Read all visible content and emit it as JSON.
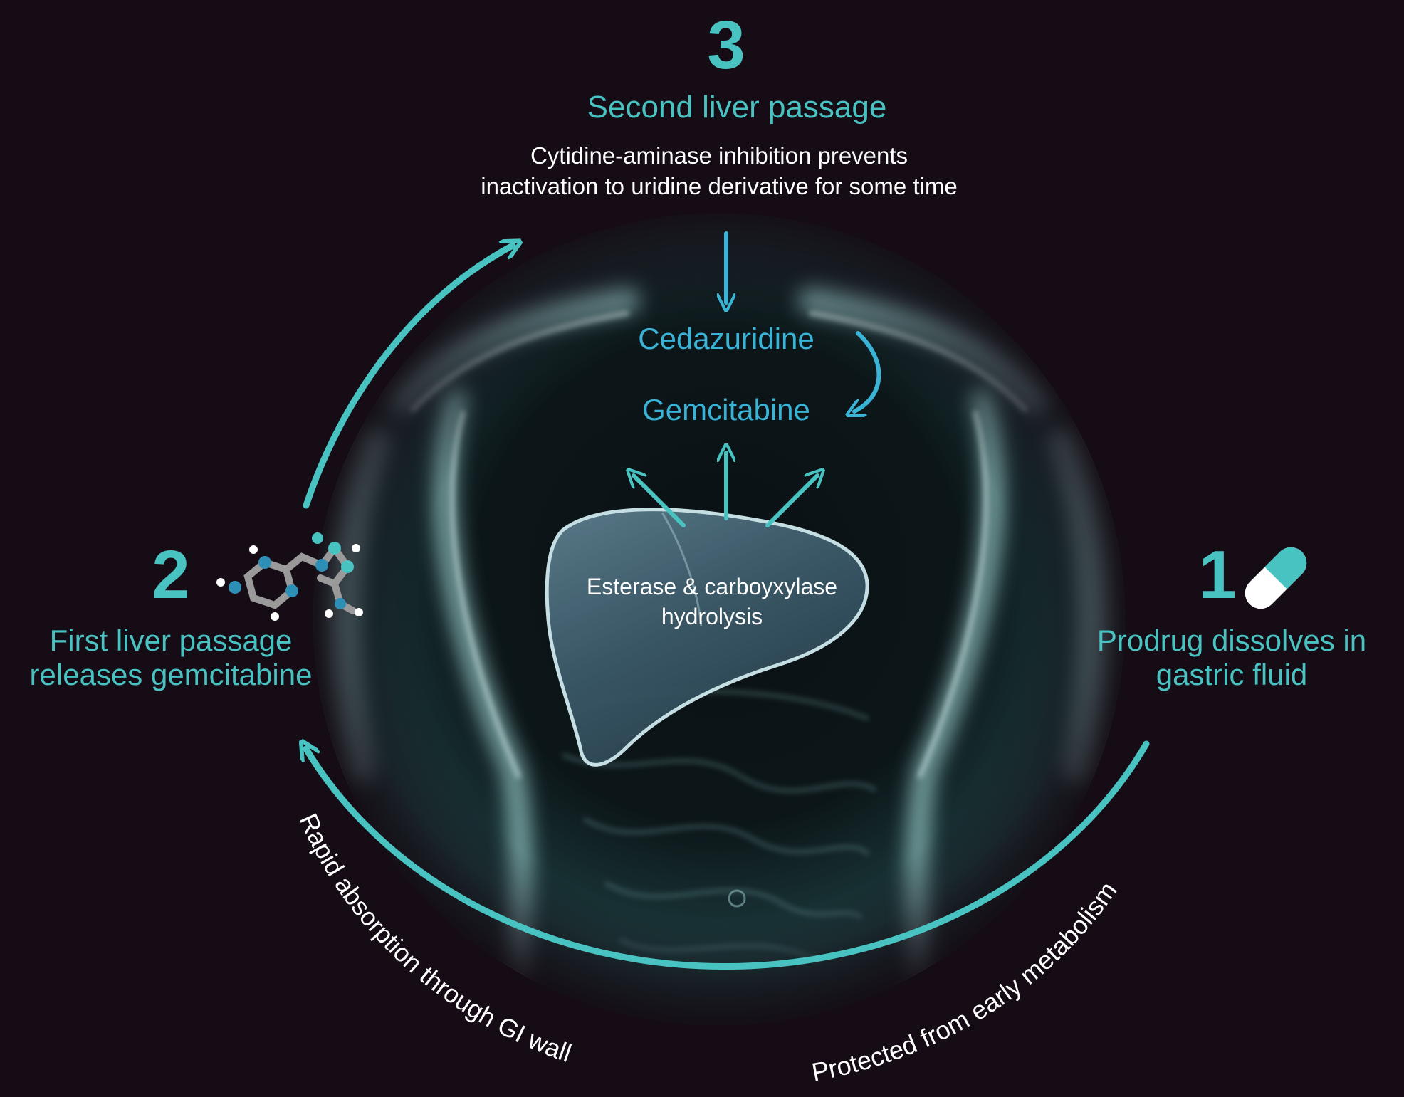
{
  "steps": [
    {
      "number": "1",
      "title_lines": [
        "Prodrug dissolves in",
        "gastric fluid"
      ],
      "icon": "capsule-icon"
    },
    {
      "number": "2",
      "title_lines": [
        "First liver passage",
        "releases gemcitabine"
      ],
      "icon": "molecule-icon"
    },
    {
      "number": "3",
      "title": "Second liver passage",
      "description_lines": [
        "Cytidine-aminase inhibition prevents",
        "inactivation to uridine derivative for some time"
      ]
    }
  ],
  "conversion": {
    "from": "Cedazuridine",
    "to": "Gemcitabine"
  },
  "liver": {
    "label_lines": [
      "Esterase & carboyxylase",
      "hydrolysis"
    ]
  },
  "arc_labels": {
    "left": "Rapid absorption through GI wall",
    "right": "Protected from early metabolism"
  },
  "colors": {
    "background": "#150c15",
    "teal": "#49c3c1",
    "cyan": "#3ab4d6",
    "text": "#ffffff"
  }
}
